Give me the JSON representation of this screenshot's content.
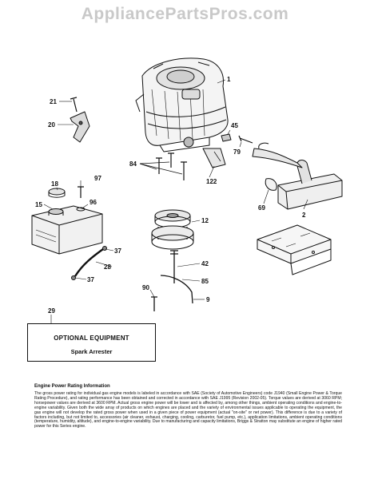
{
  "watermark": "AppliancePartsPros.com",
  "callouts": {
    "c1": "1",
    "c2": "2",
    "c9": "9",
    "c12": "12",
    "c15": "15",
    "c18": "18",
    "c20": "20",
    "c21": "21",
    "c28": "28",
    "c29": "29",
    "c37a": "37",
    "c37b": "37",
    "c42": "42",
    "c45": "45",
    "c69": "69",
    "c79": "79",
    "c84": "84",
    "c85": "85",
    "c90": "90",
    "c96": "96",
    "c97": "97",
    "c122": "122"
  },
  "optional_box": {
    "title": "OPTIONAL EQUIPMENT",
    "item": "Spark Arrester"
  },
  "info": {
    "title": "Engine Power Rating Information",
    "body": "The gross power rating for individual gas engine models is labeled in accordance with SAE (Society of Automotive Engineers) code J1940 (Small Engine Power & Torque Rating Procedure), and rating performance has been obtained and corrected in accordance with SAE J1995 (Revision 2002-05). Torque values are derived at 3060 RPM; horsepower values are derived at 3600 RPM. Actual gross engine power will be lower and is affected by, among other things, ambient operating conditions and engine-to-engine variability. Given both the wide array of products on which engines are placed and the variety of environmental issues applicable to operating the equipment, the gas engine will not develop the rated gross power when used in a given piece of power equipment (actual \"on-site\" or net power). This difference is due to a variety of factors including, but not limited to, accessories (air cleaner, exhaust, charging, cooling, carburetor, fuel pump, etc.), application limitations, ambient operating conditions (temperature, humidity, altitude), and engine-to-engine variability. Due to manufacturing and capacity limitations, Briggs & Stratton may substitute an engine of higher rated power for this Series engine."
  }
}
